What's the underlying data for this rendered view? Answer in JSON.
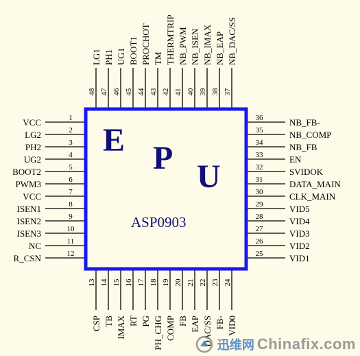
{
  "chip": {
    "letters": [
      "E",
      "P",
      "U"
    ],
    "part_number": "ASP0903",
    "outline_color": "#1818ee",
    "text_color": "#10107a"
  },
  "pins": {
    "left": [
      {
        "num": "1",
        "name": "VCC"
      },
      {
        "num": "2",
        "name": "LG2"
      },
      {
        "num": "3",
        "name": "PH2"
      },
      {
        "num": "4",
        "name": "UG2"
      },
      {
        "num": "5",
        "name": "BOOT2"
      },
      {
        "num": "6",
        "name": "PWM3"
      },
      {
        "num": "7",
        "name": "VCC"
      },
      {
        "num": "8",
        "name": "ISEN1"
      },
      {
        "num": "9",
        "name": "ISEN2"
      },
      {
        "num": "10",
        "name": "ISEN3"
      },
      {
        "num": "11",
        "name": "NC"
      },
      {
        "num": "12",
        "name": "R_CSN"
      }
    ],
    "right": [
      {
        "num": "36",
        "name": "NB_FB-"
      },
      {
        "num": "35",
        "name": "NB_COMP"
      },
      {
        "num": "34",
        "name": "NB_FB"
      },
      {
        "num": "33",
        "name": "EN"
      },
      {
        "num": "32",
        "name": "SVIDOK"
      },
      {
        "num": "31",
        "name": "DATA_MAIN"
      },
      {
        "num": "30",
        "name": "CLK_MAIN"
      },
      {
        "num": "29",
        "name": "VID5"
      },
      {
        "num": "28",
        "name": "VID4"
      },
      {
        "num": "27",
        "name": "VID3"
      },
      {
        "num": "26",
        "name": "VID2"
      },
      {
        "num": "25",
        "name": "VID1"
      }
    ],
    "top": [
      {
        "num": "48",
        "name": "LG1"
      },
      {
        "num": "47",
        "name": "PH1"
      },
      {
        "num": "46",
        "name": "UG1"
      },
      {
        "num": "45",
        "name": "BOOT1"
      },
      {
        "num": "44",
        "name": "PROCHOT"
      },
      {
        "num": "43",
        "name": "TM"
      },
      {
        "num": "42",
        "name": "THERMTRIP"
      },
      {
        "num": "41",
        "name": "NB_PWM"
      },
      {
        "num": "40",
        "name": "NB_ISEN"
      },
      {
        "num": "39",
        "name": "NB_IMAX"
      },
      {
        "num": "38",
        "name": "NB_EAP"
      },
      {
        "num": "37",
        "name": "NB_DAC/SS"
      }
    ],
    "bottom": [
      {
        "num": "13",
        "name": "CSP"
      },
      {
        "num": "14",
        "name": "TB"
      },
      {
        "num": "15",
        "name": "IMAX"
      },
      {
        "num": "16",
        "name": "RT"
      },
      {
        "num": "17",
        "name": "PG"
      },
      {
        "num": "18",
        "name": "PH_CHG"
      },
      {
        "num": "19",
        "name": "COMP"
      },
      {
        "num": "20",
        "name": "FB"
      },
      {
        "num": "21",
        "name": "EAP"
      },
      {
        "num": "22",
        "name": "DAC/SS"
      },
      {
        "num": "23",
        "name": "FB-"
      },
      {
        "num": "24",
        "name": "VID0"
      }
    ]
  },
  "watermark": {
    "cn_text": "迅维网",
    "site": "Chinafix.com"
  }
}
